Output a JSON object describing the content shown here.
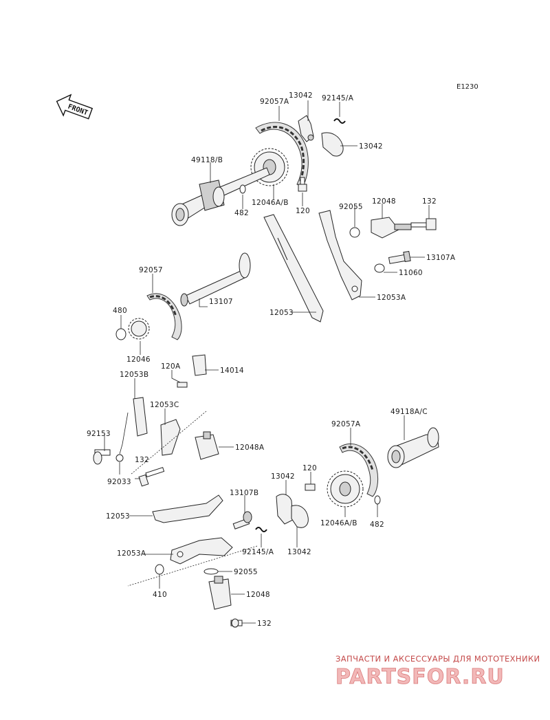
{
  "diagram_code": "E1230",
  "front_label": "FRONT",
  "watermark": {
    "top": "ЗАПЧАСТИ И АКСЕССУАРЫ ДЛЯ МОТОТЕХНИКИ",
    "logo": "PARTSFOR.RU"
  },
  "labels": {
    "p13042_a": "13042",
    "p92057A_top": "92057A",
    "p92145A_top": "92145/A",
    "p13042_b": "13042",
    "p49118B": "49118/B",
    "p482_top": "482",
    "p12046AB_top": "12046A/B",
    "p120_top": "120",
    "p92055_top": "92055",
    "p12048_top": "12048",
    "p132_top": "132",
    "p13107A": "13107A",
    "p11060": "11060",
    "p12053A_top": "12053A",
    "p92057": "92057",
    "p13107": "13107",
    "p480": "480",
    "p12053_top": "12053",
    "p12046": "12046",
    "p120A": "120A",
    "p14014": "14014",
    "p12053B": "12053B",
    "p12053C": "12053C",
    "p92153": "92153",
    "p132_mid": "132",
    "p92033": "92033",
    "p12048A": "12048A",
    "p92057A_bot": "92057A",
    "p49118AC": "49118A/C",
    "p13042_c": "13042",
    "p120_bot": "120",
    "p12053_bot": "12053",
    "p13107B": "13107B",
    "p12046AB_bot": "12046A/B",
    "p482_bot": "482",
    "p12053A_bot": "12053A",
    "p92145A_bot": "92145/A",
    "p13042_d": "13042",
    "p92055_bot": "92055",
    "p410": "410",
    "p12048_bot": "12048",
    "p132_bot": "132"
  }
}
